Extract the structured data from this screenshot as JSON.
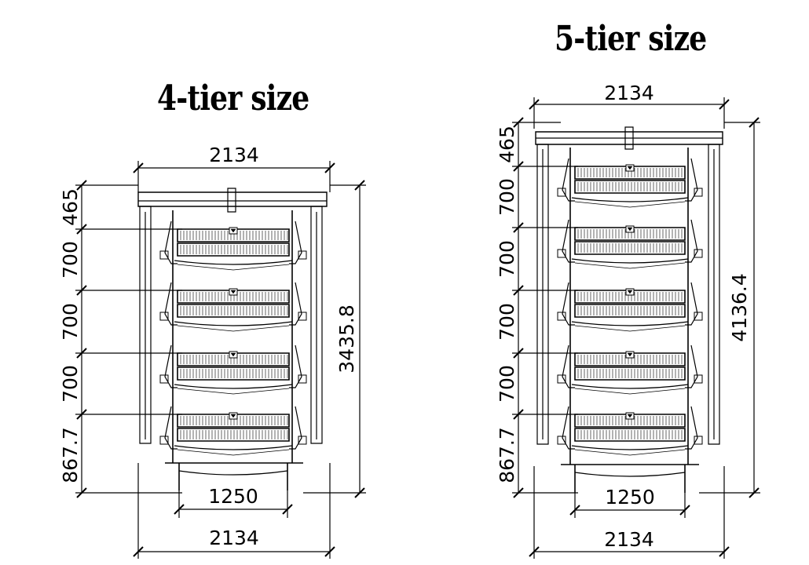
{
  "four_tier": {
    "title": "4-tier size",
    "top_width": "2134",
    "inner_width": "1250",
    "bottom_width": "2134",
    "total_height": "3435.8",
    "rows": [
      "465",
      "700",
      "700",
      "700",
      "867.7"
    ]
  },
  "five_tier": {
    "title": "5-tier size",
    "top_width": "2134",
    "inner_width": "1250",
    "bottom_width": "2134",
    "total_height": "4136.4",
    "rows": [
      "465",
      "700",
      "700",
      "700",
      "700",
      "867.7"
    ]
  }
}
